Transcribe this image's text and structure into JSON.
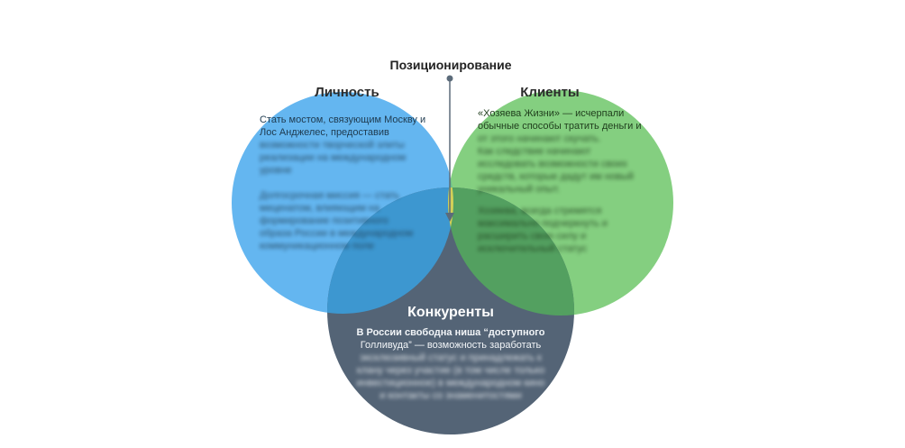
{
  "diagram": {
    "positioning_label": "Позиционирование",
    "colors": {
      "personality": "#64b6f0",
      "clients": "#84cf80",
      "competitors": "#546476",
      "personality_clients": "#6bbf8c",
      "personality_competitors": "#3d97d0",
      "clients_competitors": "#53a060",
      "center": "#d3cf58"
    },
    "personality": {
      "title": "Личность",
      "line1": "Стать мостом, связующим Москву и",
      "line2": "Лос Анджелес, предоставив",
      "line3": "возможности творческой элиты",
      "line4": "реализации на международном",
      "line5": "уровне",
      "line6": "Долгосрочная миссия — стать",
      "line7": "меценатом, влияющим на",
      "line8": "формирование позитивного",
      "line9": "образа России в международном",
      "line10": "коммуникационном поле"
    },
    "clients": {
      "title": "Клиенты",
      "line1": "«Хозяева Жизни» — исчерпали",
      "line2": "обычные способы тратить деньги и",
      "line3": "от этого начинают скучать.",
      "line4": "Как следствие начинают",
      "line5": "исследовать возможности своих",
      "line6": "средств, которые дадут им новый",
      "line7": "уникальный опыт.",
      "line8": "Хозяева, всегда стремятся",
      "line9": "максимально подчеркнуть и",
      "line10": "расширить свою силу и",
      "line11": "исключительный статус"
    },
    "competitors": {
      "title": "Конкуренты",
      "line1": "В России свободна ниша “доступного",
      "line2": "Голливуда” — возможность заработать",
      "line3": "эксклюзивный статус и принадлежать к",
      "line4": "клану через участие (в том числе только",
      "line5": "инвестиционное) в международном кино",
      "line6": "и контакты со знаменитостями"
    }
  }
}
